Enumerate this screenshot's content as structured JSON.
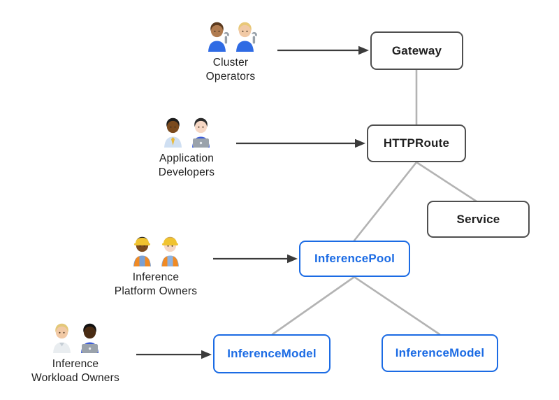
{
  "diagram": {
    "colors": {
      "background": "#ffffff",
      "accent_blue": "#1b6be4",
      "box_border_dark": "#4f4f4f",
      "box_text_dark": "#1f1f1f",
      "edge_gray": "#b3b3b3",
      "arrow_dark": "#3b3b3b"
    },
    "personas": [
      {
        "id": "cluster-operators",
        "label_line1": "Cluster",
        "label_line2": "Operators",
        "icon": "mechanics-emoji-pair",
        "emoji": "🧑🏽‍🔧👩🏼‍🔧",
        "points_to": "Gateway",
        "figures": [
          {
            "skin": "#b07b4f",
            "hair": "#5b3a1e",
            "shirt": "#2f6be4",
            "wrench": true
          },
          {
            "skin": "#f1c9a5",
            "hair": "#e9c878",
            "shirt": "#2f6be4",
            "wrench": true
          }
        ]
      },
      {
        "id": "application-developers",
        "label_line1": "Application",
        "label_line2": "Developers",
        "icon": "office-worker-and-technologist-emoji-pair",
        "emoji": "👨🏾‍💼👩🏻‍💻",
        "points_to": "HTTPRoute",
        "figures": [
          {
            "skin": "#7a4a1e",
            "hair": "#1c1c1c",
            "shirt": "#cfdff2",
            "tie": "#e8b93c"
          },
          {
            "skin": "#f6d7c4",
            "hair": "#2b2b2b",
            "shirt": "#3b5bd6",
            "laptop": true
          }
        ]
      },
      {
        "id": "inference-platform-owners",
        "label_line1": "Inference",
        "label_line2": "Platform Owners",
        "icon": "construction-workers-emoji-pair",
        "emoji": "👷🏾‍♀️👷🏼",
        "points_to": "InferencePool",
        "figures": [
          {
            "skin": "#7a4a1e",
            "hair": "#1c1c1c",
            "shirt": "#7aa0d4",
            "hat": "#f0c330",
            "vest": "#f08a24"
          },
          {
            "skin": "#f6d7c4",
            "hair": "#caa35a",
            "shirt": "#8fb3e0",
            "hat": "#f0c330",
            "vest": "#f08a24"
          }
        ]
      },
      {
        "id": "inference-workload-owners",
        "label_line1": "Inference",
        "label_line2": "Workload Owners",
        "icon": "health-worker-and-technologist-emoji-pair",
        "emoji": "🧑🏼‍⚕️👨🏿‍💻",
        "points_to": "InferenceModel",
        "figures": [
          {
            "skin": "#f1c9a5",
            "hair": "#e3c879",
            "shirt": "#e9edf0",
            "coat": true
          },
          {
            "skin": "#4a2c13",
            "hair": "#111111",
            "shirt": "#3b5bd6",
            "laptop": true
          }
        ]
      }
    ],
    "nodes": [
      {
        "id": "gateway",
        "label": "Gateway",
        "style": "dark"
      },
      {
        "id": "httproute",
        "label": "HTTPRoute",
        "style": "dark"
      },
      {
        "id": "service",
        "label": "Service",
        "style": "dark"
      },
      {
        "id": "inferencepool",
        "label": "InferencePool",
        "style": "blue"
      },
      {
        "id": "inferencemodel-left",
        "label": "InferenceModel",
        "style": "blue"
      },
      {
        "id": "inferencemodel-right",
        "label": "InferenceModel",
        "style": "blue"
      }
    ],
    "edges": [
      {
        "from": "gateway",
        "to": "httproute"
      },
      {
        "from": "httproute",
        "to": "inferencepool"
      },
      {
        "from": "httproute",
        "to": "service"
      },
      {
        "from": "inferencepool",
        "to": "inferencemodel-left"
      },
      {
        "from": "inferencepool",
        "to": "inferencemodel-right"
      }
    ],
    "arrows": [
      {
        "from": "cluster-operators",
        "to": "gateway"
      },
      {
        "from": "application-developers",
        "to": "httproute"
      },
      {
        "from": "inference-platform-owners",
        "to": "inferencepool"
      },
      {
        "from": "inference-workload-owners",
        "to": "inferencemodel-left"
      }
    ]
  }
}
